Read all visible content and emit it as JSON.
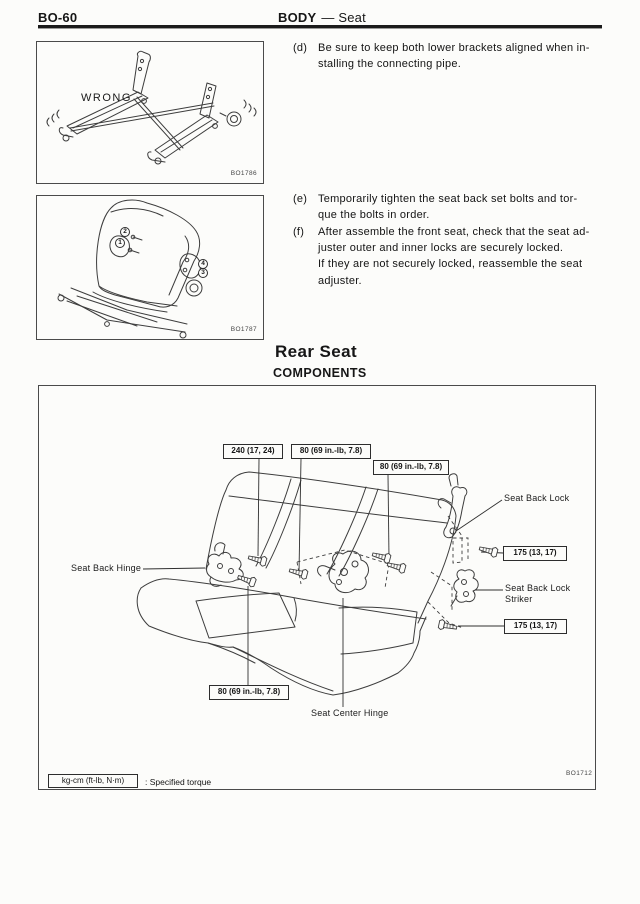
{
  "header": {
    "page_code": "BO-60",
    "section": "BODY",
    "section_suffix": "— Seat"
  },
  "figures": {
    "front_seat_wrong": {
      "caption": "WRONG",
      "code": "BO1786"
    },
    "front_seat_bolts": {
      "code": "BO1787",
      "callouts": [
        "1",
        "2",
        "3",
        "4"
      ]
    }
  },
  "steps": [
    {
      "id": "(d)",
      "lines": [
        "Be sure to keep both lower brackets aligned when in-",
        "stalling the connecting pipe."
      ]
    },
    {
      "id": "(e)",
      "lines": [
        "Temporarily tighten the seat back set bolts and tor-",
        "que the bolts in order."
      ]
    },
    {
      "id": "(f)",
      "lines": [
        "After assemble the front seat, check that the seat ad-",
        "juster outer and inner locks are securely locked.",
        "If they are not securely locked, reassemble the seat",
        "adjuster."
      ]
    }
  ],
  "rear_seat": {
    "title": "Rear Seat",
    "subtitle": "COMPONENTS",
    "code": "BO1712",
    "torques": {
      "t240": "240 (17,  24)",
      "t80": "80 (69 in.-lb, 7.8)",
      "t175": "175 (13,  17)"
    },
    "labels": {
      "seat_back_lock": "Seat Back Lock",
      "seat_back_hinge": "Seat Back Hinge",
      "striker_line1": "Seat Back Lock",
      "striker_line2": "Striker",
      "seat_center_hinge": "Seat Center Hinge"
    },
    "legend": {
      "box": "kg-cm (ft-lb, N·m)",
      "text": ":  Specified torque"
    }
  }
}
